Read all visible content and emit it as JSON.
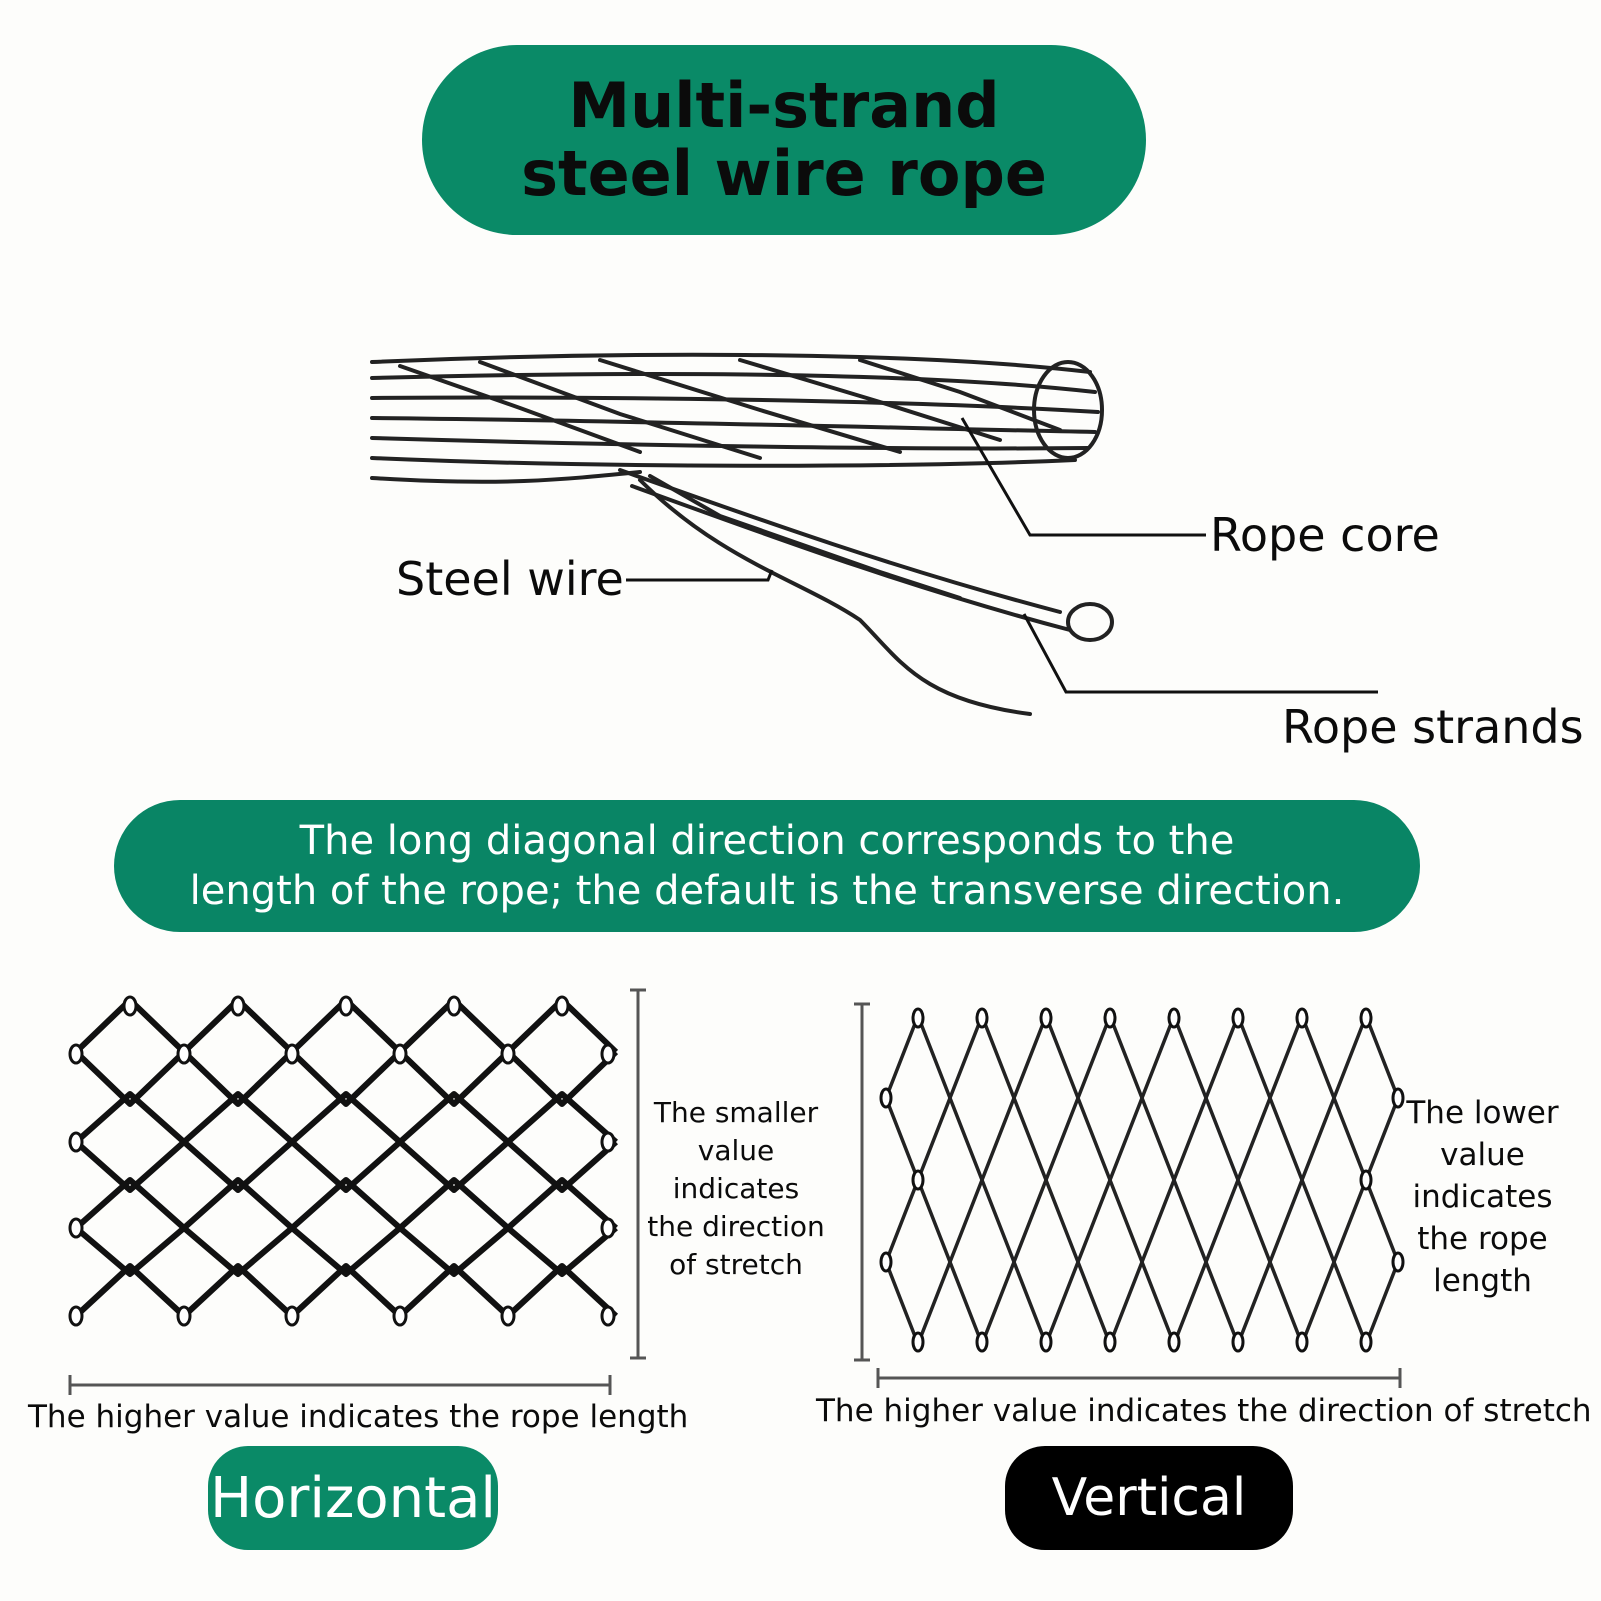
{
  "title": {
    "line1": "Multi-strand",
    "line2": "steel wire rope"
  },
  "labels": {
    "steel_wire": "Steel wire",
    "rope_core": "Rope core",
    "rope_strands": "Rope strands"
  },
  "info": {
    "line1": "The long diagonal direction corresponds to the",
    "line2": "length of the rope; the default is the transverse direction."
  },
  "horizontal": {
    "note_lines": [
      "The smaller",
      "value indicates",
      "the direction",
      "of stretch"
    ],
    "bottom_note": "The higher value indicates the rope length",
    "button": "Horizontal"
  },
  "vertical": {
    "note_lines": [
      "The lower",
      "value indicates",
      "the rope",
      "length"
    ],
    "bottom_note": "The higher value indicates the direction of stretch",
    "button": "Vertical"
  },
  "colors": {
    "accent_green": "#0a8a67",
    "black": "#000000",
    "text": "#0b0b0b"
  }
}
